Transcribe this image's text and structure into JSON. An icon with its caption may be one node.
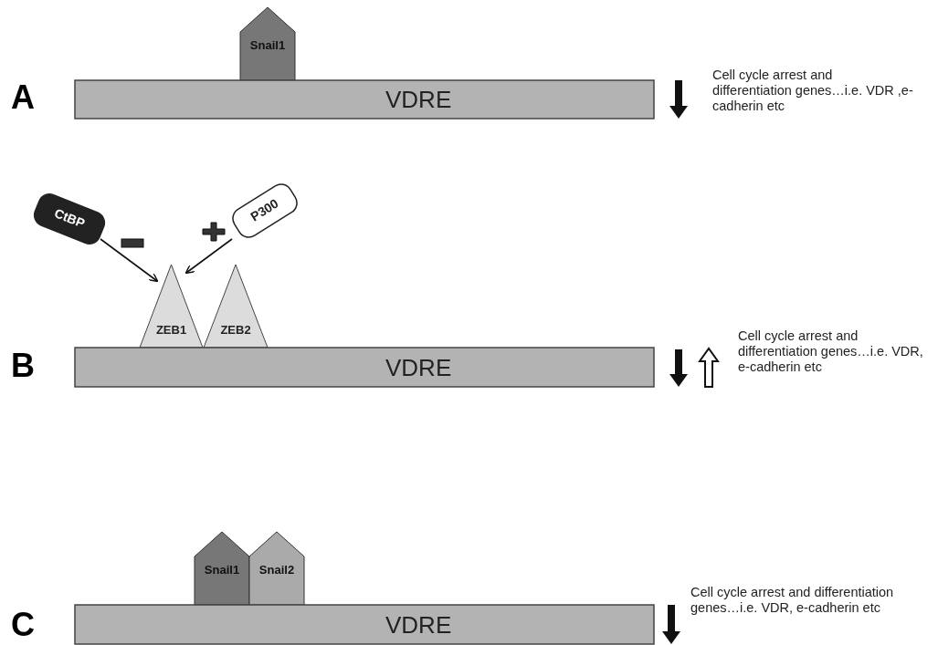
{
  "diagram": {
    "nodes": [
      {
        "text": [
          "Snail1"
        ]
      },
      {
        "text": [
          "VDRE"
        ]
      },
      {
        "text": [
          "CtBP"
        ]
      },
      {
        "text": [
          "P300"
        ]
      },
      {
        "text": [
          "ZEB1"
        ]
      },
      {
        "text": [
          "ZEB2"
        ]
      },
      {
        "text": [
          "VDRE"
        ]
      },
      {
        "text": [
          "Snail1"
        ]
      },
      {
        "text": [
          "Snail2"
        ]
      },
      {
        "text": [
          "VDRE"
        ]
      }
    ],
    "edges": [
      {
        "from": 2,
        "to": 4,
        "arrow": "to"
      },
      {
        "from": 3,
        "to": 4,
        "arrow": "to"
      }
    ],
    "labels": [
      "A",
      "Cell cycle arrest and differentiation genes…i.e. VDR ,e-cadherin etc",
      "B",
      "Cell cycle arrest and differentiation genes…i.e. VDR, e-cadherin etc",
      "C",
      "Cell cycle arrest and differentiation genes…i.e. VDR, e-cadherin etc"
    ]
  }
}
